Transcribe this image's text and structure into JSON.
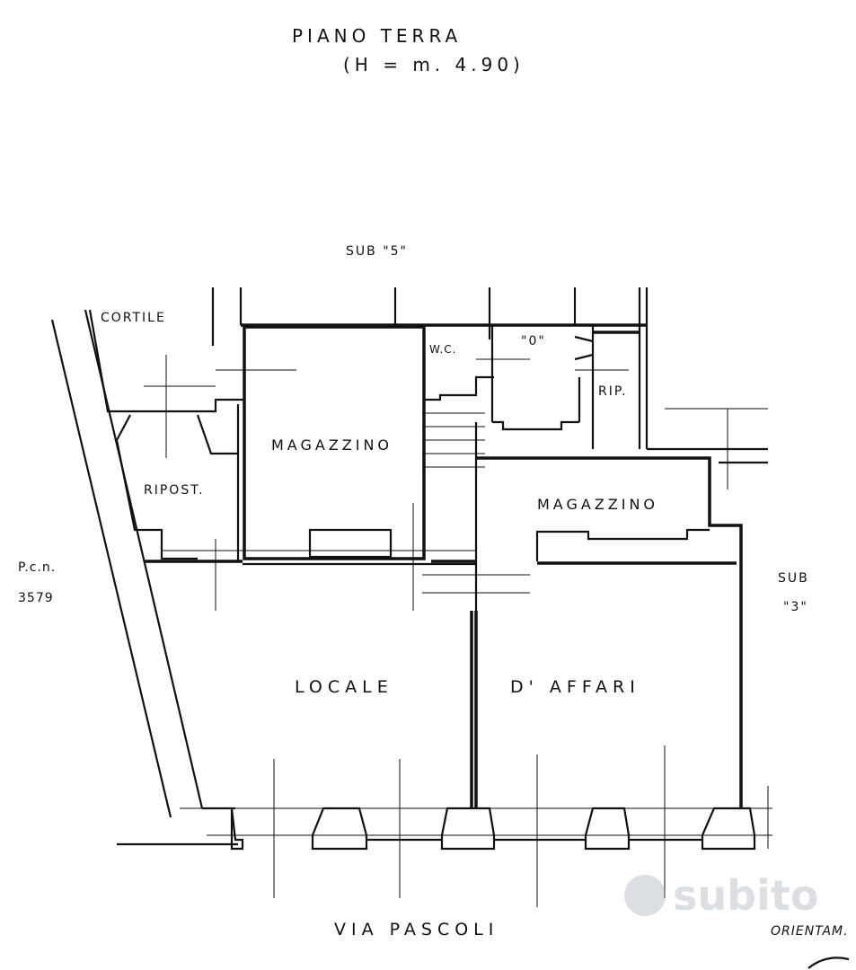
{
  "header": {
    "floor": "PIANO    TERRA",
    "height": "(H = m. 4.90)"
  },
  "labels": {
    "sub_top": "SUB \"5\"",
    "cortile": "CORTILE",
    "wc": "W.C.",
    "zero": "\"0\"",
    "rip": "RIP.",
    "magazzino_left": "MAGAZZINO",
    "magazzino_right": "MAGAZZINO",
    "ripost": "RIPOST.",
    "pcn": "P.c.n.",
    "pcn_num": "3579",
    "sub_right_1": "SUB",
    "sub_right_2": "\"3\"",
    "locale": "LOCALE",
    "affari": "D' AFFARI",
    "street": "VIA    PASCOLI",
    "orientam": "ORIENTAM."
  },
  "watermark": {
    "text": "subito",
    "color": "#9aa3ad"
  }
}
